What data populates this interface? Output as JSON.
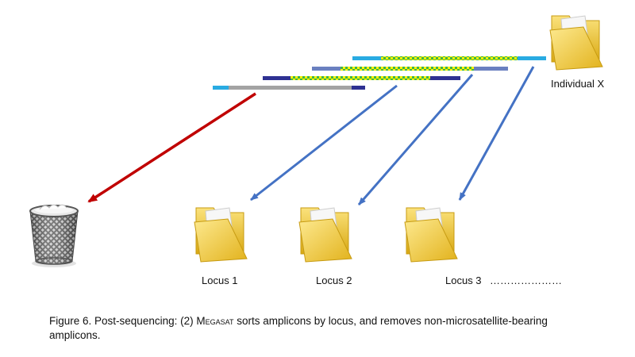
{
  "nodes": {
    "individual": "Individual X",
    "locus1": "Locus 1",
    "locus2": "Locus 2",
    "locus3": "Locus 3",
    "more": "…………………"
  },
  "caption": {
    "figure": "Figure 6.",
    "text_before": " Post-sequencing: (2) ",
    "software_name": "Megasat",
    "text_after": " sorts amplicons by locus, and removes non-microsatellite-bearing amplicons."
  },
  "colors": {
    "primer_cyan": "#29abe2",
    "flank_navy": "#2e3192",
    "flank_slate": "#6a80c0",
    "flank_gray": "#a3a3a3",
    "repeat_green": "#3cb54a",
    "repeat_yellow": "#fff200",
    "arrow_blue": "#4472c4",
    "arrow_red": "#c00000",
    "folder_yellow": "#f4cf3a"
  }
}
